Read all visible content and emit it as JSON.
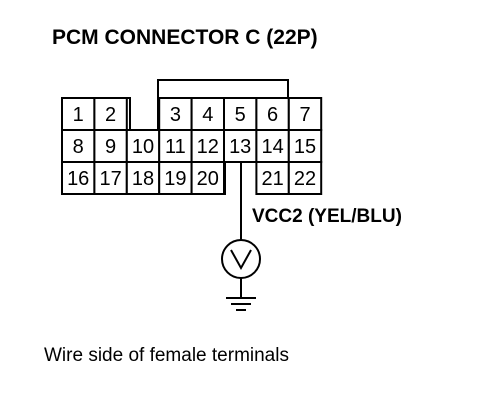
{
  "title": "PCM CONNECTOR C (22P)",
  "pins": [
    {
      "row": 0,
      "col": 0,
      "label": "1"
    },
    {
      "row": 0,
      "col": 1,
      "label": "2"
    },
    {
      "row": 0,
      "col": 3,
      "label": "3"
    },
    {
      "row": 0,
      "col": 4,
      "label": "4"
    },
    {
      "row": 0,
      "col": 5,
      "label": "5"
    },
    {
      "row": 0,
      "col": 6,
      "label": "6"
    },
    {
      "row": 0,
      "col": 7,
      "label": "7"
    },
    {
      "row": 1,
      "col": 0,
      "label": "8"
    },
    {
      "row": 1,
      "col": 1,
      "label": "9"
    },
    {
      "row": 1,
      "col": 2,
      "label": "10"
    },
    {
      "row": 1,
      "col": 3,
      "label": "11"
    },
    {
      "row": 1,
      "col": 4,
      "label": "12"
    },
    {
      "row": 1,
      "col": 5,
      "label": "13"
    },
    {
      "row": 1,
      "col": 6,
      "label": "14"
    },
    {
      "row": 1,
      "col": 7,
      "label": "15"
    },
    {
      "row": 2,
      "col": 0,
      "label": "16"
    },
    {
      "row": 2,
      "col": 1,
      "label": "17"
    },
    {
      "row": 2,
      "col": 2,
      "label": "18"
    },
    {
      "row": 2,
      "col": 3,
      "label": "19"
    },
    {
      "row": 2,
      "col": 4,
      "label": "20"
    },
    {
      "row": 2,
      "col": 6,
      "label": "21"
    },
    {
      "row": 2,
      "col": 7,
      "label": "22"
    }
  ],
  "probe_pin": "13",
  "wire_label": "VCC2 (YEL/BLU)",
  "meter_symbol": "V",
  "caption": "Wire side of female terminals"
}
